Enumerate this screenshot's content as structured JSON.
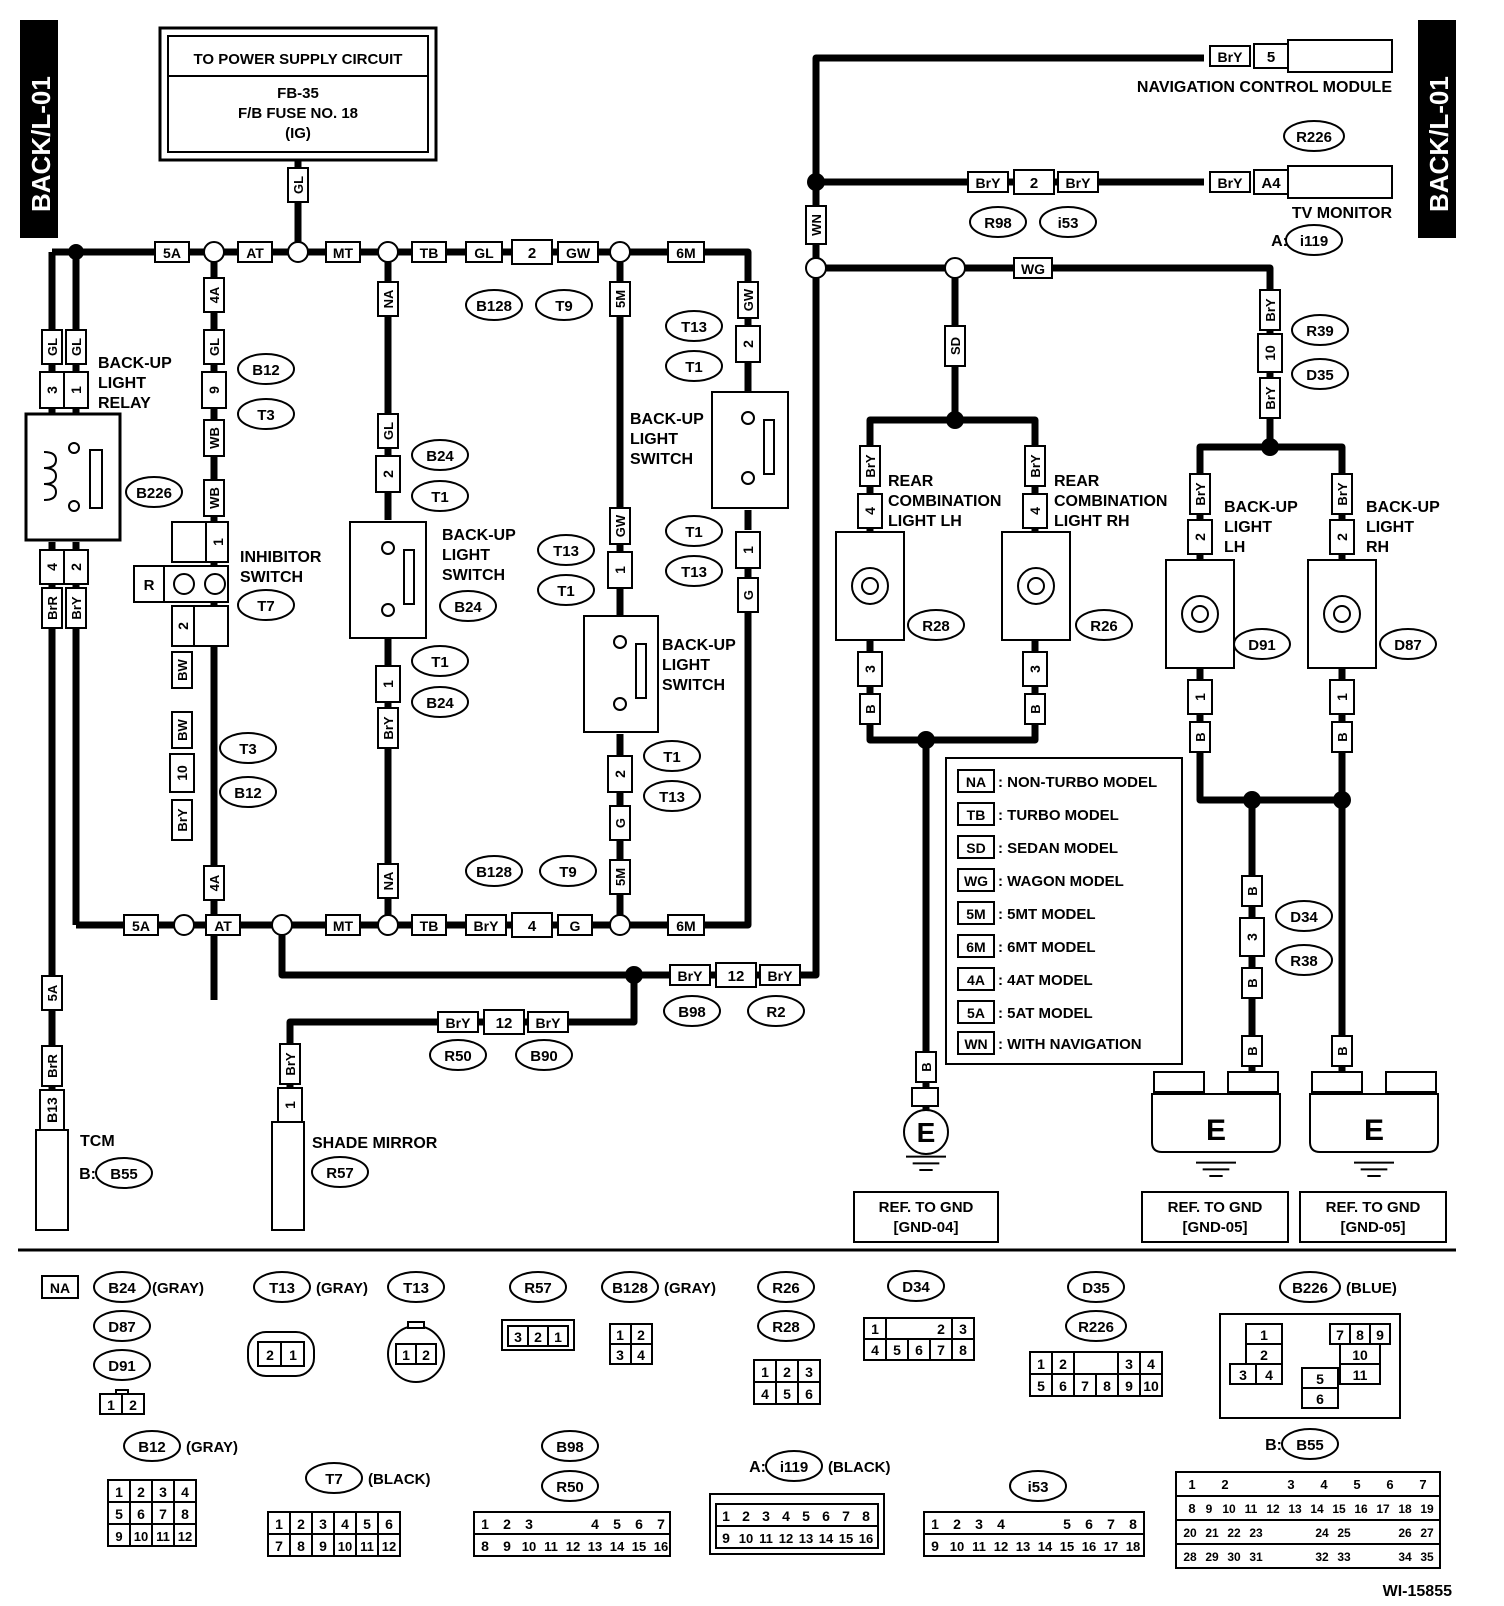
{
  "diagram": {
    "side_tab": "BACK/L-01",
    "figure_id": "WI-15855",
    "power_box": {
      "header": "TO POWER SUPPLY CIRCUIT",
      "line1": "FB-35",
      "line2": "F/B FUSE NO. 18",
      "line3": "(IG)"
    },
    "components": {
      "relay": [
        "BACK-UP",
        "LIGHT",
        "RELAY"
      ],
      "inhibitor": [
        "INHIBITOR",
        "SWITCH"
      ],
      "switch": [
        "BACK-UP",
        "LIGHT",
        "SWITCH"
      ],
      "rear_lh": [
        "REAR",
        "COMBINATION",
        "LIGHT LH"
      ],
      "rear_rh": [
        "REAR",
        "COMBINATION",
        "LIGHT RH"
      ],
      "backup_lh": [
        "BACK-UP",
        "LIGHT",
        "LH"
      ],
      "backup_rh": [
        "BACK-UP",
        "LIGHT",
        "RH"
      ],
      "nav": "NAVIGATION CONTROL MODULE",
      "tv": "TV MONITOR",
      "tcm": "TCM",
      "shade": "SHADE MIRROR",
      "inhibitor_r": "R"
    },
    "prefix": {
      "a": "A:",
      "b": "B:"
    },
    "ground_symbol": "E",
    "grounds": [
      {
        "line1": "REF. TO GND",
        "line2": "[GND-04]"
      },
      {
        "line1": "REF. TO GND",
        "line2": "[GND-05]"
      },
      {
        "line1": "REF. TO GND",
        "line2": "[GND-05]"
      }
    ],
    "legend": [
      {
        "code": "NA",
        "text": ": NON-TURBO MODEL"
      },
      {
        "code": "TB",
        "text": ": TURBO MODEL"
      },
      {
        "code": "SD",
        "text": ": SEDAN MODEL"
      },
      {
        "code": "WG",
        "text": ": WAGON MODEL"
      },
      {
        "code": "5M",
        "text": ": 5MT MODEL"
      },
      {
        "code": "6M",
        "text": ": 6MT MODEL"
      },
      {
        "code": "4A",
        "text": ": 4AT MODEL"
      },
      {
        "code": "5A",
        "text": ": 5AT MODEL"
      },
      {
        "code": "WN",
        "text": ": WITH NAVIGATION"
      }
    ],
    "wire_colors": {
      "GL": "GL",
      "GW": "GW",
      "G": "G",
      "WB": "WB",
      "BW": "BW",
      "BrY": "BrY",
      "BrR": "BrR",
      "SD": "SD",
      "WN": "WN",
      "WG": "WG",
      "B": "B"
    },
    "pins": {
      "p1": "1",
      "p2": "2",
      "p3": "3",
      "p4": "4",
      "p5": "5",
      "p9": "9",
      "p10": "10",
      "p12": "12",
      "pA4": "A4",
      "pB13": "B13"
    },
    "connectors": {
      "B12": "B12",
      "T3": "T3",
      "B24": "B24",
      "T1": "T1",
      "T13": "T13",
      "B128": "B128",
      "T9": "T9",
      "B226": "B226",
      "T7": "T7",
      "R28": "R28",
      "R26": "R26",
      "D91": "D91",
      "D87": "D87",
      "R39": "R39",
      "D35": "D35",
      "R98": "R98",
      "i53": "i53",
      "R226": "R226",
      "i119": "i119",
      "B98": "B98",
      "R2": "R2",
      "R50": "R50",
      "B90": "B90",
      "D34": "D34",
      "R38": "R38",
      "B55": "B55",
      "R57": "R57"
    },
    "connector_notes": {
      "gray": "(GRAY)",
      "black": "(BLACK)",
      "blue": "(BLUE)"
    }
  }
}
